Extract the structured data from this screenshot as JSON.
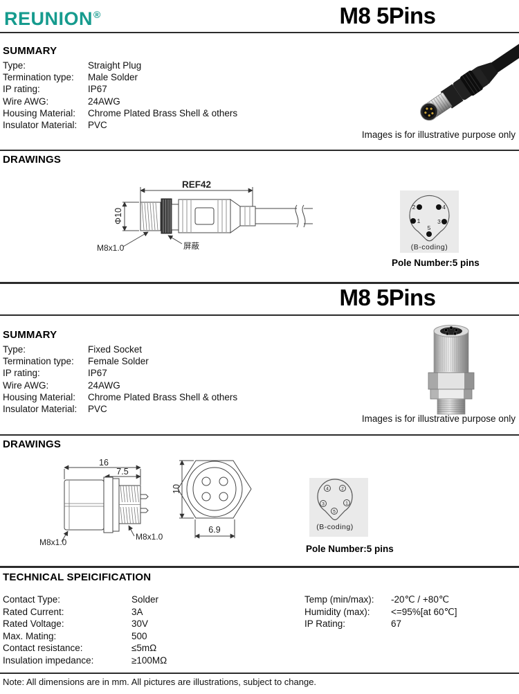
{
  "brand": {
    "name": "REUNION",
    "reg": "®"
  },
  "header": {
    "title": "M8 5Pins"
  },
  "s1": {
    "summary_heading": "SUMMARY",
    "rows": [
      {
        "label": "Type:",
        "value": "Straight Plug"
      },
      {
        "label": "Termination type:",
        "value": "Male Solder"
      },
      {
        "label": "IP rating:",
        "value": "IP67"
      },
      {
        "label": "Wire AWG:",
        "value": "24AWG"
      },
      {
        "label": "Housing Material:",
        "value": "Chrome Plated Brass Shell & others"
      },
      {
        "label": "Insulator Material:",
        "value": "PVC"
      }
    ],
    "caption": "Images is for illustrative purpose only",
    "drawings_heading": "DRAWINGS",
    "dwg": {
      "ref": "REF42",
      "dia": "Φ10",
      "thread": "M8x1.0",
      "shield": "屏蔽"
    },
    "pins": {
      "p1": "1",
      "p2": "2",
      "p3": "3",
      "p4": "4",
      "p5": "5",
      "coding": "(B-coding)"
    },
    "pole": "Pole Number:5 pins"
  },
  "s2": {
    "title": "M8 5Pins",
    "summary_heading": "SUMMARY",
    "rows": [
      {
        "label": "Type:",
        "value": "Fixed Socket"
      },
      {
        "label": "Termination type:",
        "value": "Female Solder"
      },
      {
        "label": "IP rating:",
        "value": "IP67"
      },
      {
        "label": "Wire AWG:",
        "value": "24AWG"
      },
      {
        "label": "Housing Material:",
        "value": "Chrome Plated Brass Shell & others"
      },
      {
        "label": "Insulator Material:",
        "value": "PVC"
      }
    ],
    "caption": "Images is for illustrative purpose only",
    "drawings_heading": "DRAWINGS",
    "dwg": {
      "len16": "16",
      "len75": "7.5",
      "thread_left": "M8x1.0",
      "thread_right": "M8x1.0",
      "h10": "10",
      "w69": "6.9"
    },
    "pins": {
      "p1": "1",
      "p2": "2",
      "p3": "3",
      "p4": "4",
      "p5": "5",
      "coding": "(B-coding)"
    },
    "pole": "Pole Number:5 pins"
  },
  "tech": {
    "heading": "TECHNICAL SPEICIFICATION",
    "left": [
      {
        "label": "Contact Type:",
        "value": "Solder"
      },
      {
        "label": "Rated Current:",
        "value": "3A"
      },
      {
        "label": "Rated Voltage:",
        "value": "30V"
      },
      {
        "label": "Max. Mating:",
        "value": "500"
      },
      {
        "label": "Contact resistance:",
        "value": "≤5mΩ"
      },
      {
        "label": "Insulation impedance:",
        "value": "≥100MΩ"
      }
    ],
    "right": [
      {
        "label": "Temp (min/max):",
        "value": "-20℃ / +80℃"
      },
      {
        "label": "Humidity (max):",
        "value": "<=95%[at 60℃]"
      },
      {
        "label": "IP Rating:",
        "value": "67"
      }
    ]
  },
  "note": "Note: All dimensions are in mm. All pictures are illustrations, subject to change."
}
